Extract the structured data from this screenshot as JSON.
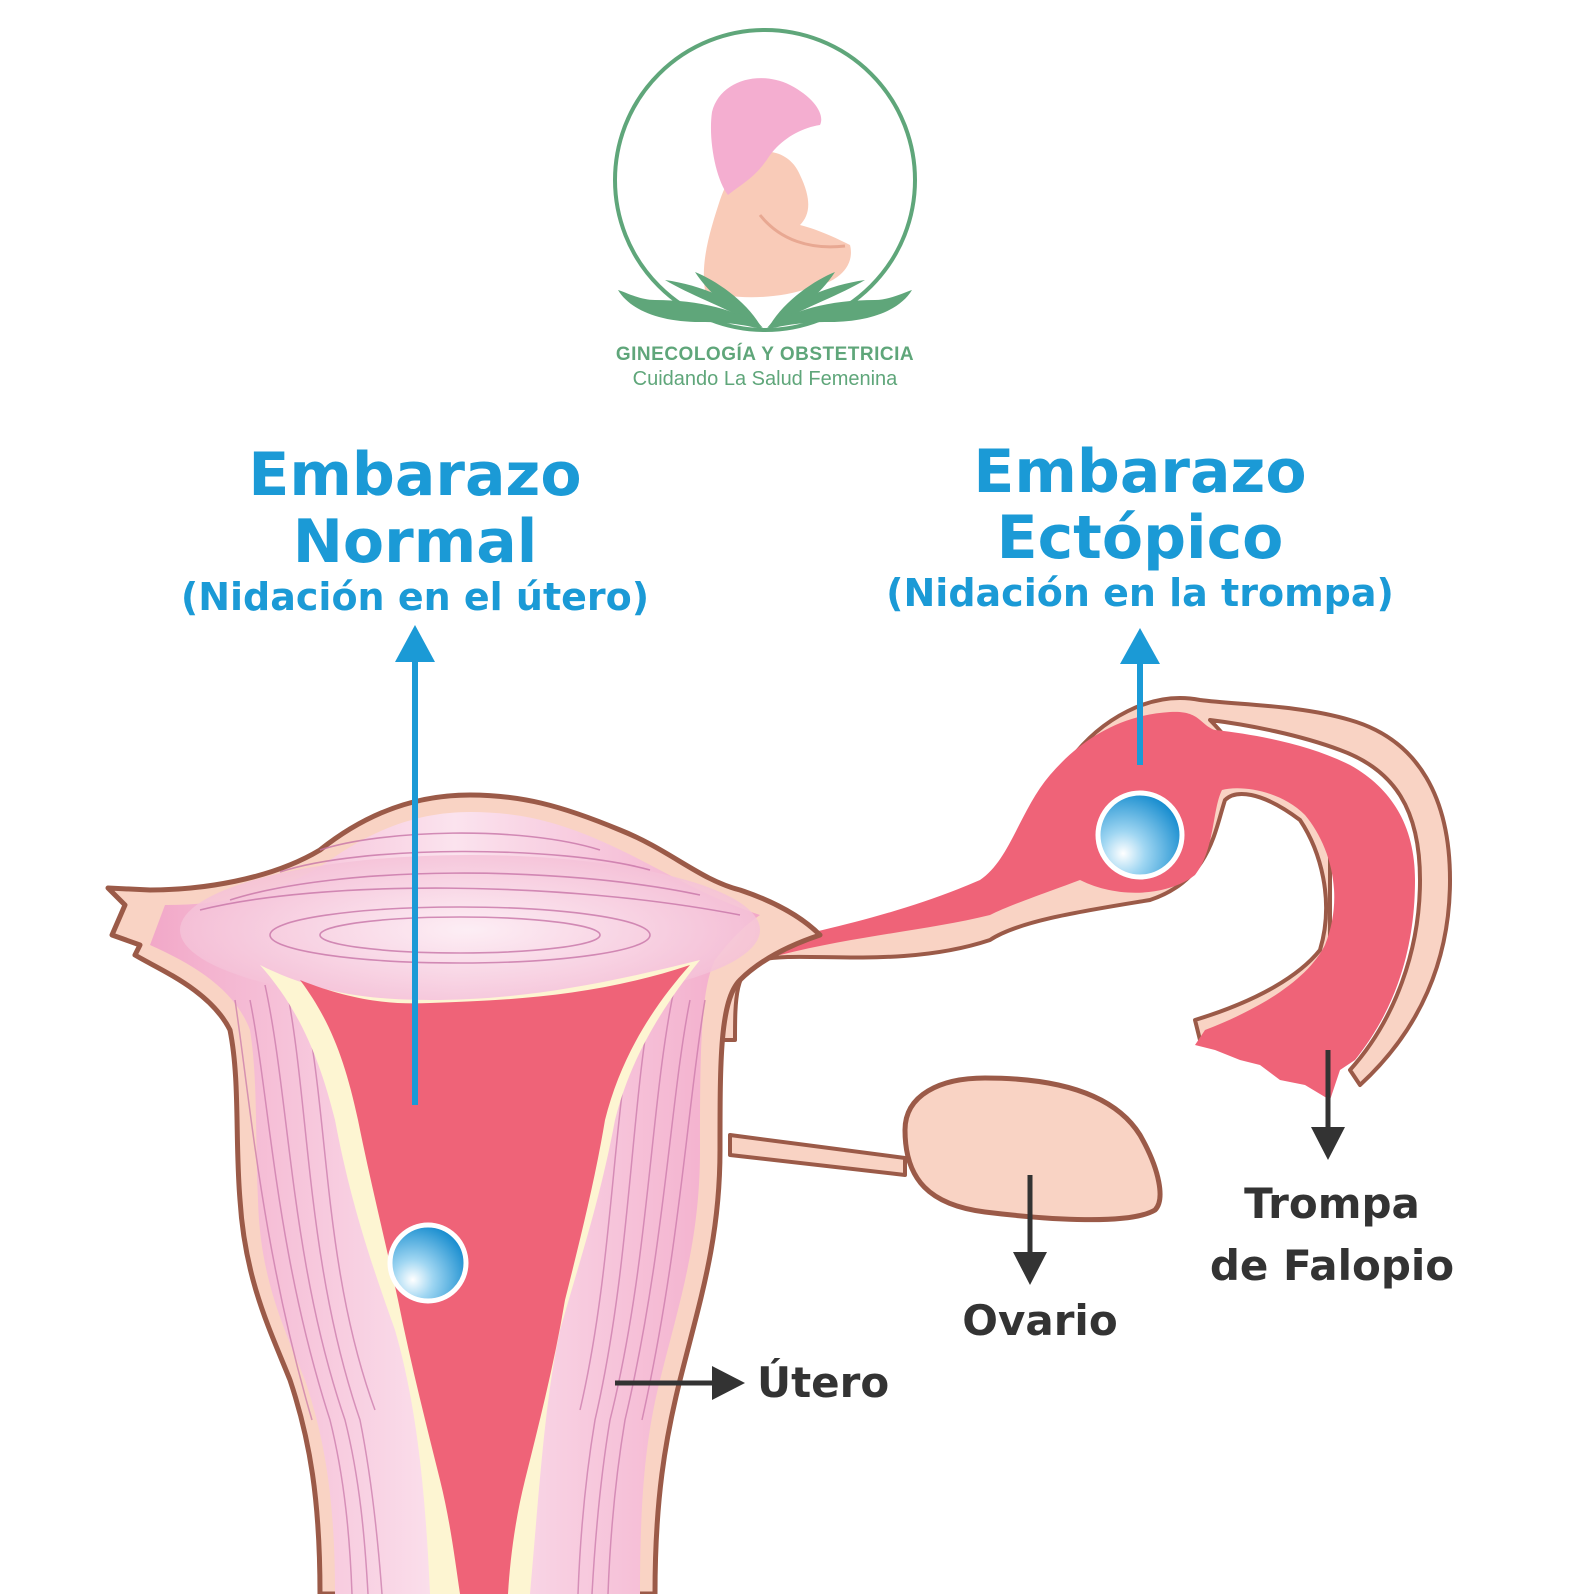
{
  "logo": {
    "title": "GINECOLOGÍA Y OBSTETRICIA",
    "subtitle": "Cuidando La Salud Femenina"
  },
  "normal": {
    "line1": "Embarazo",
    "line2": "Normal",
    "line3": "(Nidación en el útero)"
  },
  "ectopic": {
    "line1": "Embarazo",
    "line2": "Ectópico",
    "line3": "(Nidación en la trompa)"
  },
  "labels": {
    "trompa_1": "Trompa",
    "trompa_2": "de Falopio",
    "ovario": "Ovario",
    "utero": "Útero"
  },
  "colors": {
    "accent_blue": "#1b9ad6",
    "logo_green": "#5fa67a",
    "tissue_red": "#ef6378",
    "outline_brown": "#9b5a48",
    "label_dark": "#333333"
  }
}
